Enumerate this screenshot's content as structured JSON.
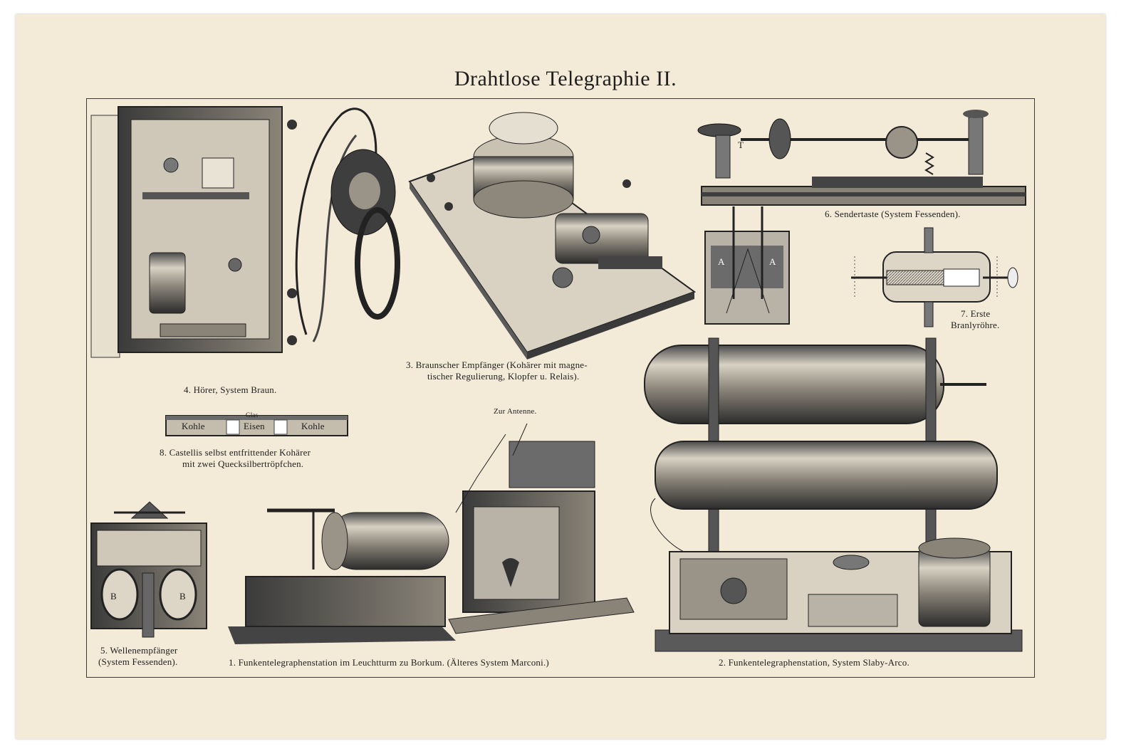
{
  "title": "Drahtlose Telegraphie II.",
  "captions": {
    "c4": "4. Hörer, System Braun.",
    "c3_line1": "3. Braunscher Empfänger (Kohärer mit magne-",
    "c3_line2": "tischer Regulierung, Klopfer u. Relais).",
    "c6": "6. Sendertaste (System Fessenden).",
    "c7_line1": "7. Erste",
    "c7_line2": "Branlyröhre.",
    "c8_line1": "8. Castellis selbst entfrittender Kohärer",
    "c8_line2": "mit zwei Quecksilbertröpfchen.",
    "antenna": "Zur Antenne.",
    "c5_line1": "5. Wellenempfänger",
    "c5_line2": "(System Fessenden).",
    "c1": "1. Funkentelegraphenstation im Leuchtturm zu Borkum. (Älteres System Marconi.)",
    "c2": "2. Funkentelegraphenstation, System Slaby-Arco."
  },
  "labels": {
    "glas": "Glas",
    "kohle_left": "Kohle",
    "eisen": "Eisen",
    "kohle_right": "Kohle",
    "t": "T",
    "a_left": "A",
    "a_right": "A",
    "b_left": "B",
    "b_right": "B"
  },
  "colors": {
    "paper": "#f3ead8",
    "ink": "#1e1e1e",
    "shade": "#6b6b6b",
    "light": "#b9b3a7"
  }
}
